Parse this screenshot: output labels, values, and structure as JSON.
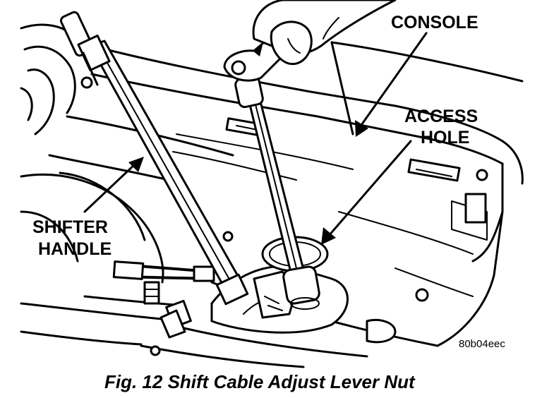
{
  "labels": {
    "console": "CONSOLE",
    "access_line1": "ACCESS",
    "access_line2": "HOLE",
    "shifter_line1": "SHIFTER",
    "shifter_line2": "HANDLE"
  },
  "image_code": "80b04eec",
  "caption": "Fig. 12 Shift Cable Adjust Lever Nut",
  "colors": {
    "ink": "#000000",
    "paper": "#ffffff"
  }
}
